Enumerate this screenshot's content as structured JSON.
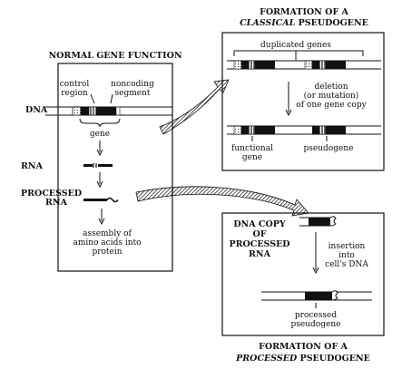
{
  "left_panel": {
    "title": "NORMAL GENE FUNCTION",
    "control_region": [
      "control",
      "region"
    ],
    "noncoding_segment": [
      "noncoding",
      "segment"
    ],
    "dna": "DNA",
    "gene": "gene",
    "rna": "RNA",
    "processed_rna": [
      "PROCESSED",
      "RNA"
    ],
    "assembly": [
      "assembly of",
      "amino acids into",
      "protein"
    ]
  },
  "classical_panel": {
    "heading": [
      "FORMATION OF A",
      "CLASSICAL",
      "PSEUDOGENE"
    ],
    "duplicated_genes": "duplicated genes",
    "deletion": [
      "deletion",
      "(or mutation)",
      "of one gene copy"
    ],
    "functional_gene": [
      "functional",
      "gene"
    ],
    "pseudogene": "pseudogene"
  },
  "processed_panel": {
    "dna_copy": [
      "DNA COPY",
      "OF",
      "PROCESSED",
      "RNA"
    ],
    "insertion": [
      "insertion",
      "into",
      "cell's DNA"
    ],
    "processed_pseudogene": [
      "processed",
      "pseudogene"
    ],
    "heading": [
      "FORMATION OF A",
      "PROCESSED",
      "PSEUDOGENE"
    ]
  }
}
